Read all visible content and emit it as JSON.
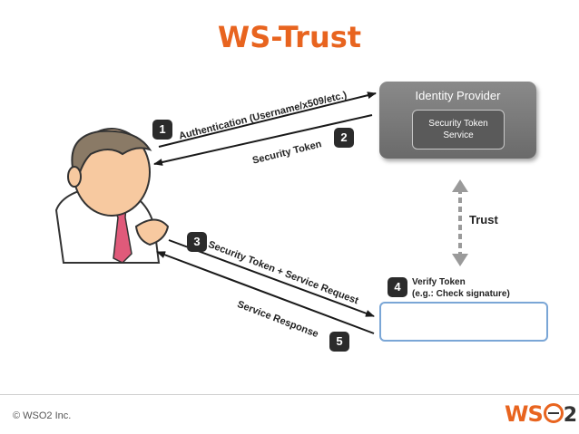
{
  "title": "WS-Trust",
  "identity_provider": {
    "title": "Identity Provider",
    "sts": "Security Token Service"
  },
  "trust_label": "Trust",
  "steps": [
    {
      "number": "1",
      "label": "Authentication (Username/x509/etc.)"
    },
    {
      "number": "2",
      "label": "Security Token"
    },
    {
      "number": "3",
      "label": "Security Token + Service Request"
    },
    {
      "number": "4",
      "label_line1": "Verify Token",
      "label_line2": "(e.g.: Check signature)"
    },
    {
      "number": "5",
      "label": "Service Response"
    }
  ],
  "footer": {
    "copyright": "© WSO2 Inc.",
    "logo_text": "WS",
    "logo_suffix": "2"
  },
  "colors": {
    "accent": "#e8641f",
    "box_gray": "#7a7a7a",
    "service_border": "#7aa6d6",
    "badge": "#2b2b2b"
  },
  "icons": [
    "user-avatar-icon",
    "arrow-icon",
    "wso2-logo-icon"
  ]
}
